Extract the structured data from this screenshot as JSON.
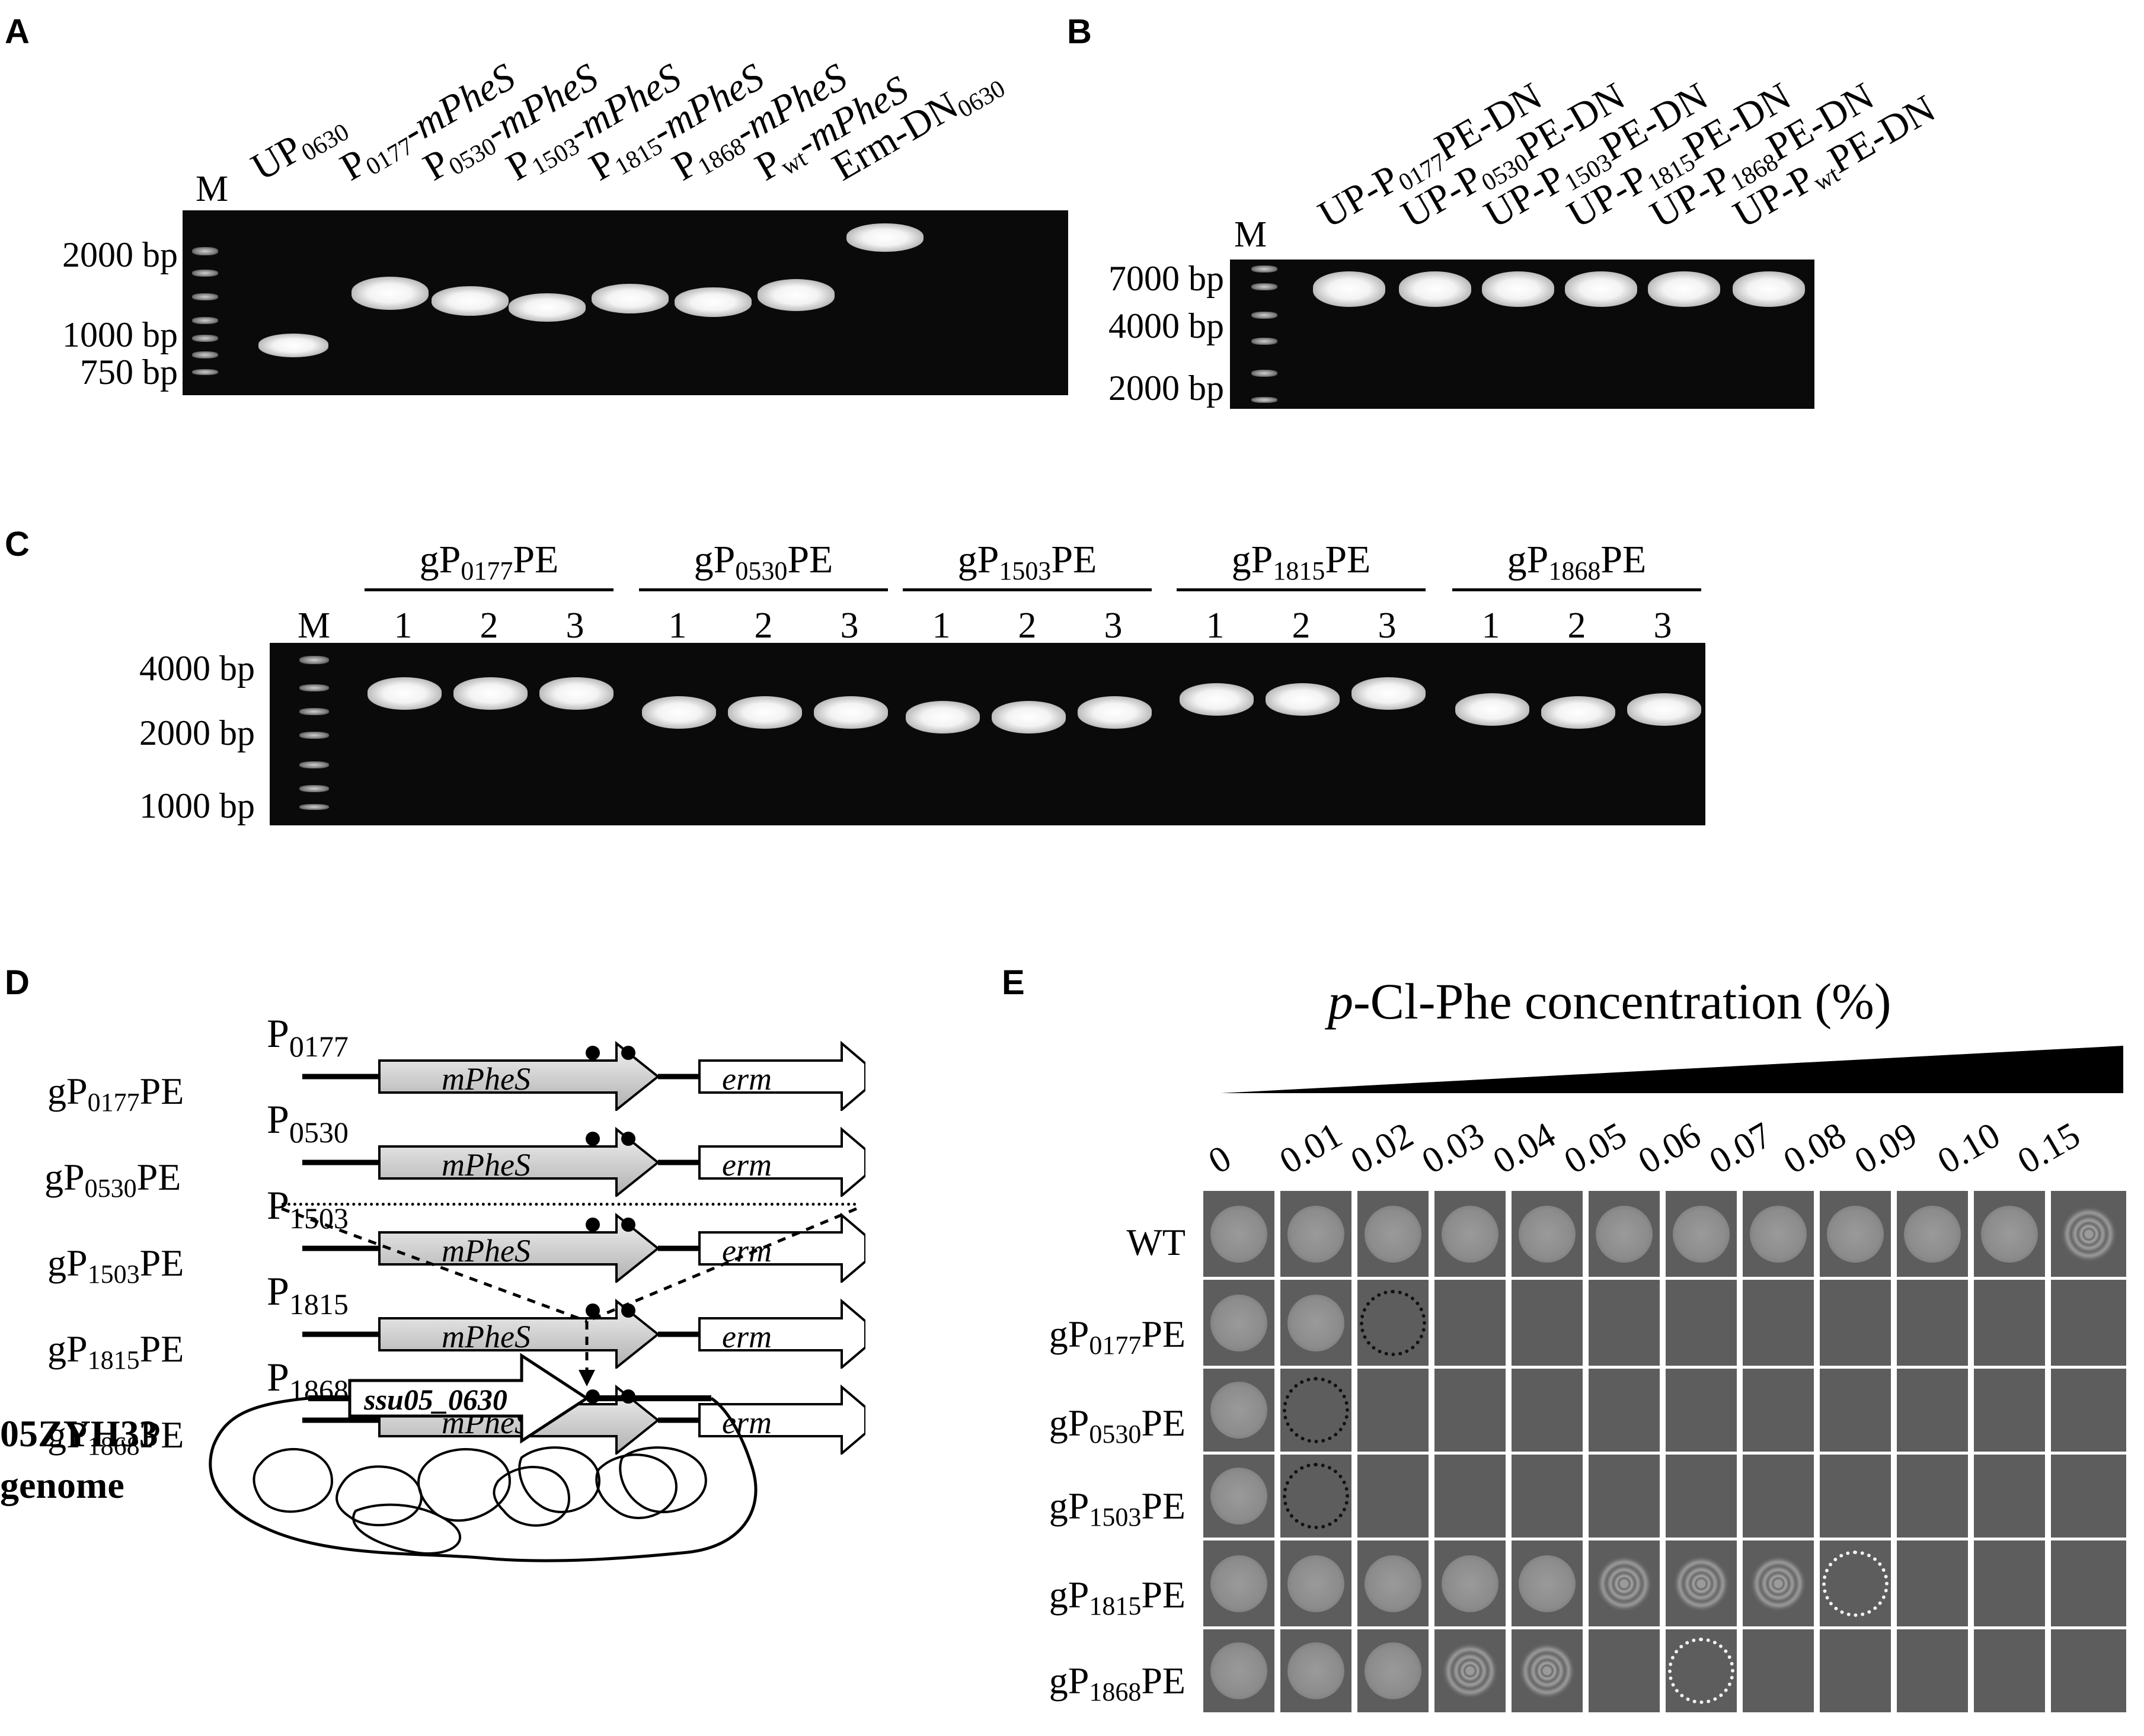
{
  "panels": {
    "A": {
      "label": "A",
      "marker": "M",
      "lanes": [
        {
          "base": "UP",
          "sub": "0630",
          "suffix": ""
        },
        {
          "base": "P",
          "sub": "0177",
          "suffix": "-mPheS"
        },
        {
          "base": "P",
          "sub": "0530",
          "suffix": "-mPheS"
        },
        {
          "base": "P",
          "sub": "1503",
          "suffix": "-mPheS"
        },
        {
          "base": "P",
          "sub": "1815",
          "suffix": "-mPheS"
        },
        {
          "base": "P",
          "sub": "1868",
          "suffix": "-mPheS"
        },
        {
          "base": "P",
          "sub": "wt",
          "suffix": "-mPheS"
        },
        {
          "base": "Erm-DN",
          "sub": "0630",
          "suffix": ""
        }
      ],
      "ladder": [
        "2000 bp",
        "1000 bp",
        "750 bp"
      ]
    },
    "B": {
      "label": "B",
      "marker": "M",
      "lanes": [
        {
          "pre": "UP-P",
          "sub": "0177",
          "post": "PE-DN"
        },
        {
          "pre": "UP-P",
          "sub": "0530",
          "post": "PE-DN"
        },
        {
          "pre": "UP-P",
          "sub": "1503",
          "post": "PE-DN"
        },
        {
          "pre": "UP-P",
          "sub": "1815",
          "post": "PE-DN"
        },
        {
          "pre": "UP-P",
          "sub": "1868",
          "post": "PE-DN"
        },
        {
          "pre": "UP-P",
          "sub": "wt",
          "post": "PE-DN"
        }
      ],
      "ladder": [
        "7000 bp",
        "4000 bp",
        "2000 bp"
      ]
    },
    "C": {
      "label": "C",
      "marker": "M",
      "groups": [
        {
          "pre": "gP",
          "sub": "0177",
          "post": "PE",
          "lanes": [
            "1",
            "2",
            "3"
          ]
        },
        {
          "pre": "gP",
          "sub": "0530",
          "post": "PE",
          "lanes": [
            "1",
            "2",
            "3"
          ]
        },
        {
          "pre": "gP",
          "sub": "1503",
          "post": "PE",
          "lanes": [
            "1",
            "2",
            "3"
          ]
        },
        {
          "pre": "gP",
          "sub": "1815",
          "post": "PE",
          "lanes": [
            "1",
            "2",
            "3"
          ]
        },
        {
          "pre": "gP",
          "sub": "1868",
          "post": "PE",
          "lanes": [
            "1",
            "2",
            "3"
          ]
        }
      ],
      "ladder": [
        "4000 bp",
        "2000 bp",
        "1000 bp"
      ]
    },
    "D": {
      "label": "D",
      "constructs": [
        {
          "strain_pre": "gP",
          "strain_sub": "0177",
          "strain_post": "PE",
          "promoter_pre": "P",
          "promoter_sub": "0177",
          "gene": "mPheS",
          "marker": "erm"
        },
        {
          "strain_pre": "gP",
          "strain_sub": "0530",
          "strain_post": "PE",
          "promoter_pre": "P",
          "promoter_sub": "0530",
          "gene": "mPheS",
          "marker": "erm"
        },
        {
          "strain_pre": "gP",
          "strain_sub": "1503",
          "strain_post": "PE",
          "promoter_pre": "P",
          "promoter_sub": "1503",
          "gene": "mPheS",
          "marker": "erm"
        },
        {
          "strain_pre": "gP",
          "strain_sub": "1815",
          "strain_post": "PE",
          "promoter_pre": "P",
          "promoter_sub": "1815",
          "gene": "mPheS",
          "marker": "erm"
        },
        {
          "strain_pre": "gP",
          "strain_sub": "1868",
          "strain_post": "PE",
          "promoter_pre": "P",
          "promoter_sub": "1868",
          "gene": "mPheS",
          "marker": "erm"
        }
      ],
      "target_gene": "ssu05_0630",
      "genome_line1": "05ZYH33",
      "genome_line2": "genome"
    },
    "E": {
      "label": "E",
      "title_italic": "p",
      "title_rest": "-Cl-Phe concentration (%)",
      "concentrations": [
        "0",
        "0.01",
        "0.02",
        "0.03",
        "0.04",
        "0.05",
        "0.06",
        "0.07",
        "0.08",
        "0.09",
        "0.10",
        "0.15"
      ],
      "rows": [
        {
          "pre": "WT",
          "sub": "",
          "post": ""
        },
        {
          "pre": "gP",
          "sub": "0177",
          "post": "PE"
        },
        {
          "pre": "gP",
          "sub": "0530",
          "post": "PE"
        },
        {
          "pre": "gP",
          "sub": "1503",
          "post": "PE"
        },
        {
          "pre": "gP",
          "sub": "1815",
          "post": "PE"
        },
        {
          "pre": "gP",
          "sub": "1868",
          "post": "PE"
        }
      ]
    }
  }
}
